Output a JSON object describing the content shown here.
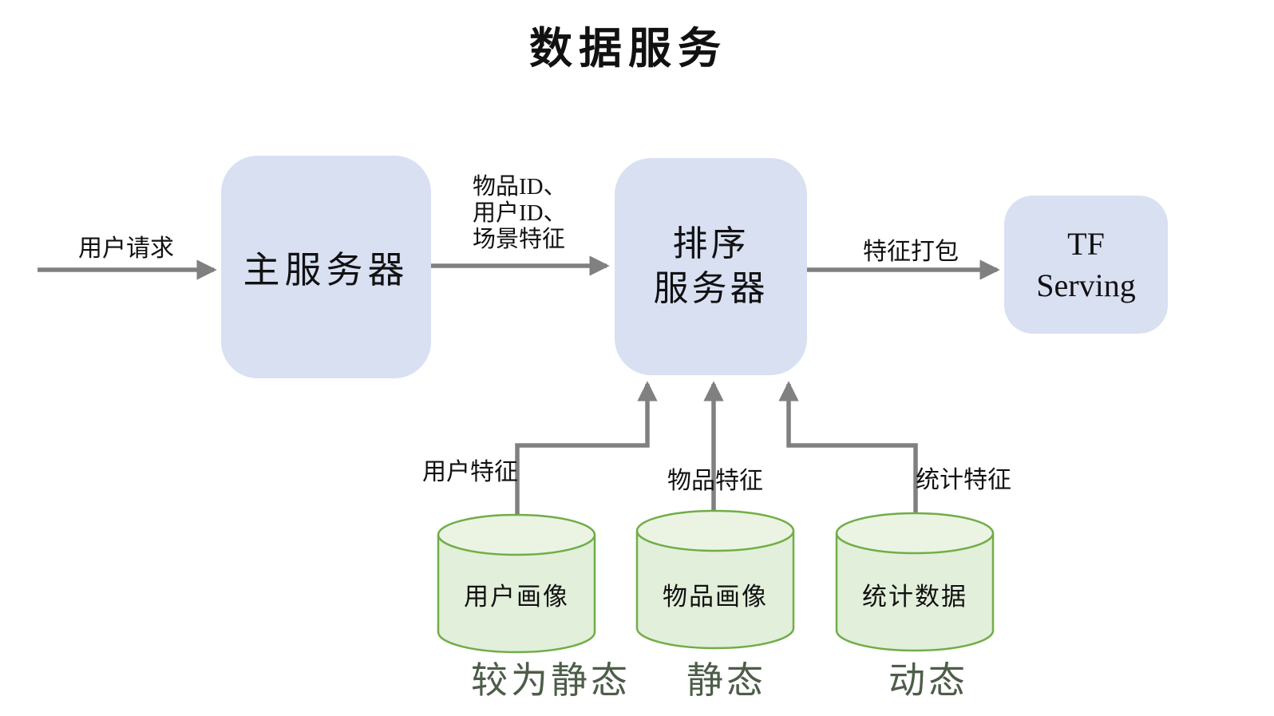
{
  "title": "数据服务",
  "colors": {
    "node_fill": "#d8e0f2",
    "cylinder_fill": "#e2efda",
    "cylinder_top_fill": "#ebf4e3",
    "cylinder_stroke": "#70ad47",
    "arrow": "#808080",
    "caption_text": "#4d5d49",
    "text": "#111111"
  },
  "nodes": {
    "main_server": {
      "label": "主服务器"
    },
    "ranking_server": {
      "lines": [
        "排序",
        "服务器"
      ]
    },
    "tf_serving": {
      "lines": [
        "TF",
        "Serving"
      ]
    }
  },
  "edges": {
    "user_request": {
      "label": "用户请求"
    },
    "request_payload": {
      "lines": [
        "物品ID、",
        "用户ID、",
        "场景特征"
      ]
    },
    "feature_packing": {
      "label": "特征打包"
    },
    "user_features": {
      "label": "用户特征"
    },
    "item_features": {
      "label": "物品特征"
    },
    "stat_features": {
      "label": "统计特征"
    }
  },
  "databases": [
    {
      "label": "用户画像",
      "caption": "较为静态"
    },
    {
      "label": "物品画像",
      "caption": "静态"
    },
    {
      "label": "统计数据",
      "caption": "动态"
    }
  ]
}
